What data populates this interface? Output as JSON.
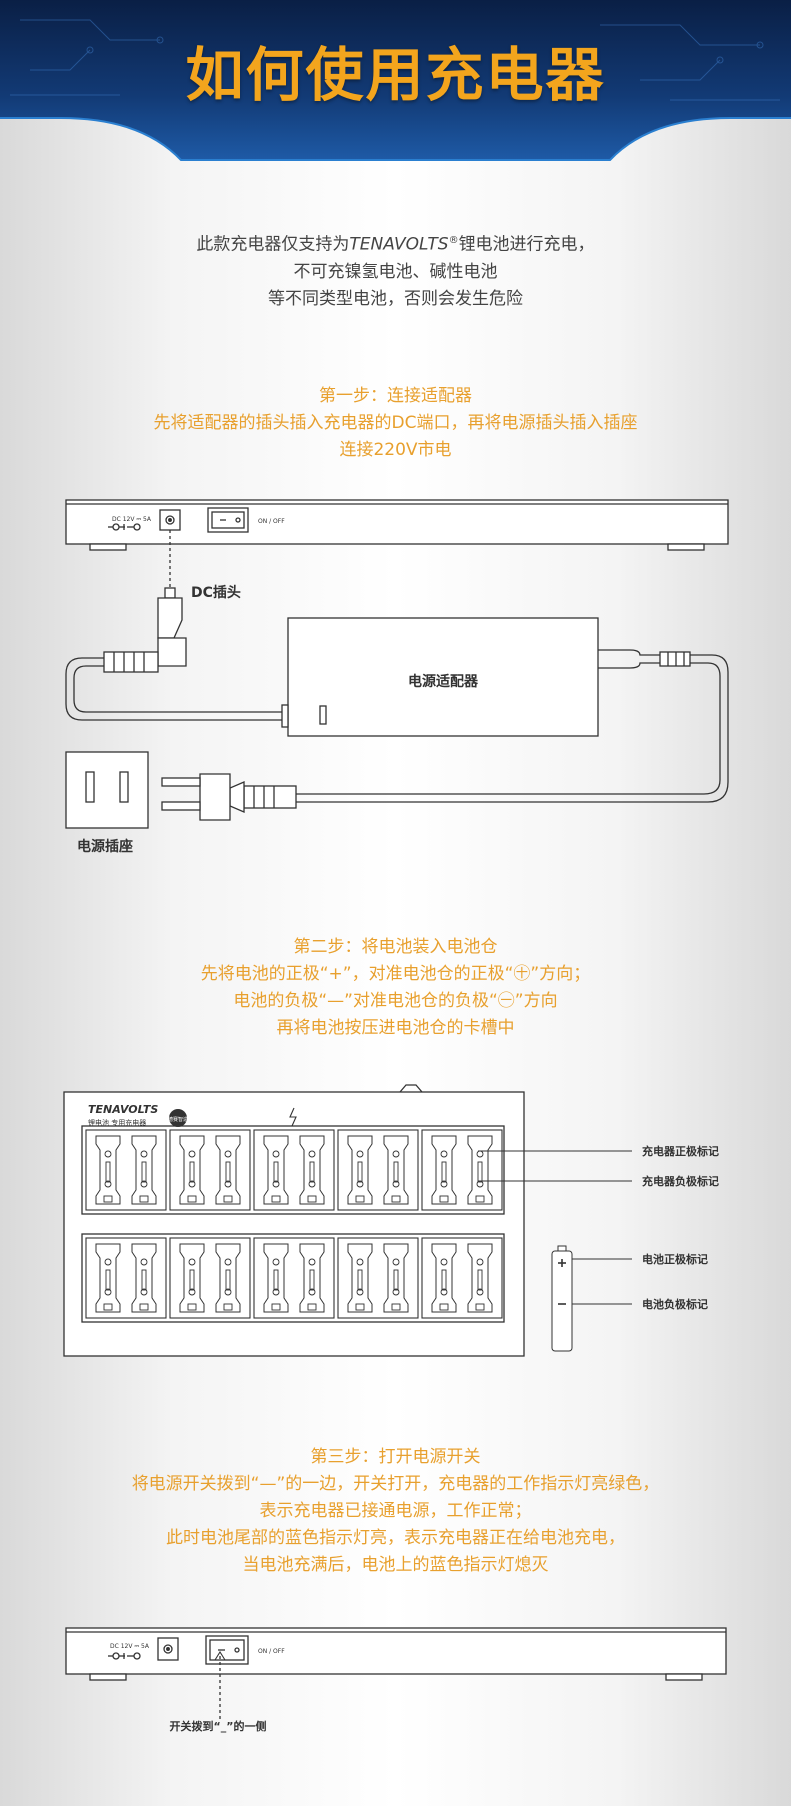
{
  "title": "如何使用充电器",
  "intro": {
    "line1_prefix": "此款充电器仅支持为",
    "brand": "TENAVOLTS",
    "reg": "®",
    "line1_suffix": "锂电池进行充电，",
    "line2": "不可充镍氢电池、碱性电池",
    "line3": "等不同类型电池，否则会发生危险"
  },
  "step1": {
    "title": "第一步：连接适配器",
    "line1": "先将适配器的插头插入充电器的DC端口，再将电源插头插入插座",
    "line2": "连接220V市电"
  },
  "figure1": {
    "dc_spec": "DC 12V ⎓ 5A",
    "switch_label": "ON / OFF",
    "dc_plug_label": "DC插头",
    "adapter_label": "电源适配器",
    "socket_label": "电源插座"
  },
  "step2": {
    "title": "第二步：将电池装入电池仓",
    "line1": "先将电池的正极“+”，对准电池仓的正极“㊉”方向；",
    "line2": "电池的负极“—”对准电池仓的负极“㊀”方向",
    "line3": "再将电池按压进电池仓的卡槽中"
  },
  "figure2": {
    "brand": "TENAVOLTS",
    "brand_sub": "锂电池 专用充电器",
    "badge": "德赛智造",
    "charger_pos_label": "充电器正极标记",
    "charger_neg_label": "充电器负极标记",
    "battery_pos_label": "电池正极标记",
    "battery_neg_label": "电池负极标记"
  },
  "step3": {
    "title": "第三步：打开电源开关",
    "line1": "将电源开关拨到“—”的一边，开关打开，充电器的工作指示灯亮绿色，",
    "line2": "表示充电器已接通电源，工作正常；",
    "line3": "此时电池尾部的蓝色指示灯亮，表示充电器正在给电池充电，",
    "line4": "当电池充满后，电池上的蓝色指示灯熄灭"
  },
  "figure3": {
    "dc_spec": "DC 12V ⎓ 5A",
    "switch_label": "ON / OFF",
    "switch_note": "开关拨到“_”的一侧"
  },
  "colors": {
    "accent": "#f3a51d",
    "step_text": "#e8a02e",
    "header_bg": "#0d2c5c",
    "line": "#333333"
  }
}
